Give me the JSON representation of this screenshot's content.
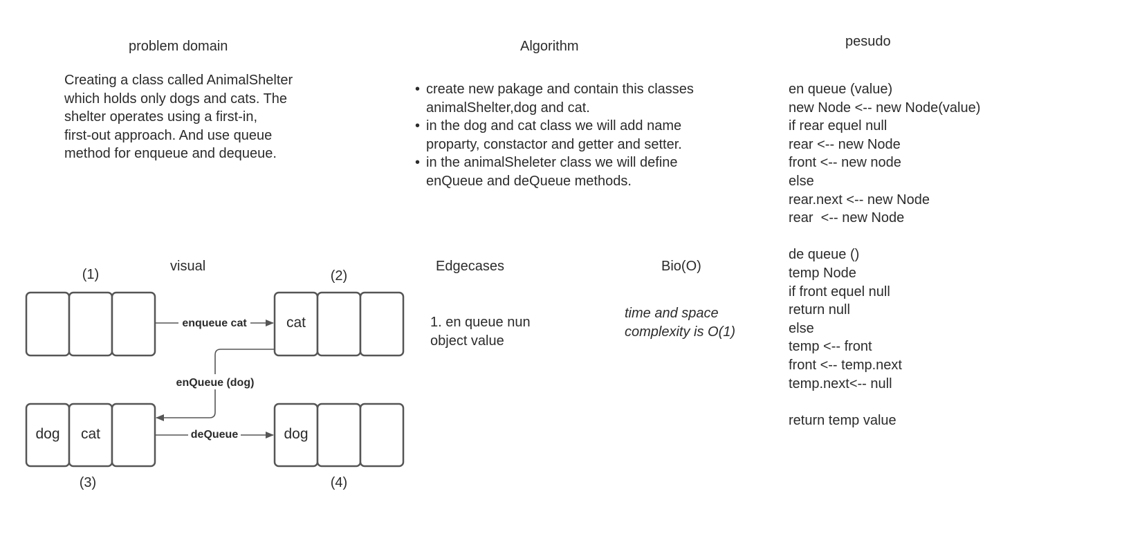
{
  "problem_domain": {
    "title": "problem domain",
    "lines": [
      "Creating a class called AnimalShelter",
      "which holds only dogs and cats. The",
      "shelter operates using a first-in,",
      "first-out approach. And use queue",
      "method for enqueue and dequeue."
    ]
  },
  "algorithm": {
    "title": "Algorithm",
    "items": [
      [
        "create new pakage and contain this classes",
        "animalShelter,dog and cat."
      ],
      [
        "in the dog and cat class we will add name",
        "proparty, constactor and getter and setter."
      ],
      [
        "in the animalSheleter class we will define",
        "enQueue and deQueue methods."
      ]
    ]
  },
  "pseudo": {
    "title": "pesudo",
    "lines": [
      "en queue (value)",
      "new Node <-- new Node(value)",
      "if rear equel null",
      "rear <-- new Node",
      "front <-- new node",
      "else",
      "rear.next <-- new Node",
      "rear  <-- new Node",
      "",
      "de queue ()",
      "temp Node",
      "if front equel null",
      "return null",
      "else",
      "temp <-- front",
      "front <-- temp.next",
      "temp.next<-- null",
      "",
      "return temp value"
    ]
  },
  "visual": {
    "title": "visual",
    "labels": {
      "q1": "(1)",
      "q2": "(2)",
      "q3": "(3)",
      "q4": "(4)"
    },
    "queues": {
      "q1": [
        "",
        "",
        ""
      ],
      "q2": [
        "cat",
        "",
        ""
      ],
      "q3": [
        "dog",
        "cat",
        ""
      ],
      "q4": [
        "dog",
        "",
        ""
      ]
    },
    "arrows": {
      "enqueue_cat": "enqueue cat",
      "enqueue_dog": "enQueue (dog)",
      "dequeue": "deQueue"
    }
  },
  "edgecases": {
    "title": "Edgecases",
    "lines": [
      "1. en queue nun",
      "object value"
    ]
  },
  "bigo": {
    "title": "Bio(O)",
    "lines": [
      "time and space",
      "complexity is  O(1)"
    ]
  },
  "colors": {
    "stroke": "#555555",
    "text": "#2b2b2b"
  }
}
